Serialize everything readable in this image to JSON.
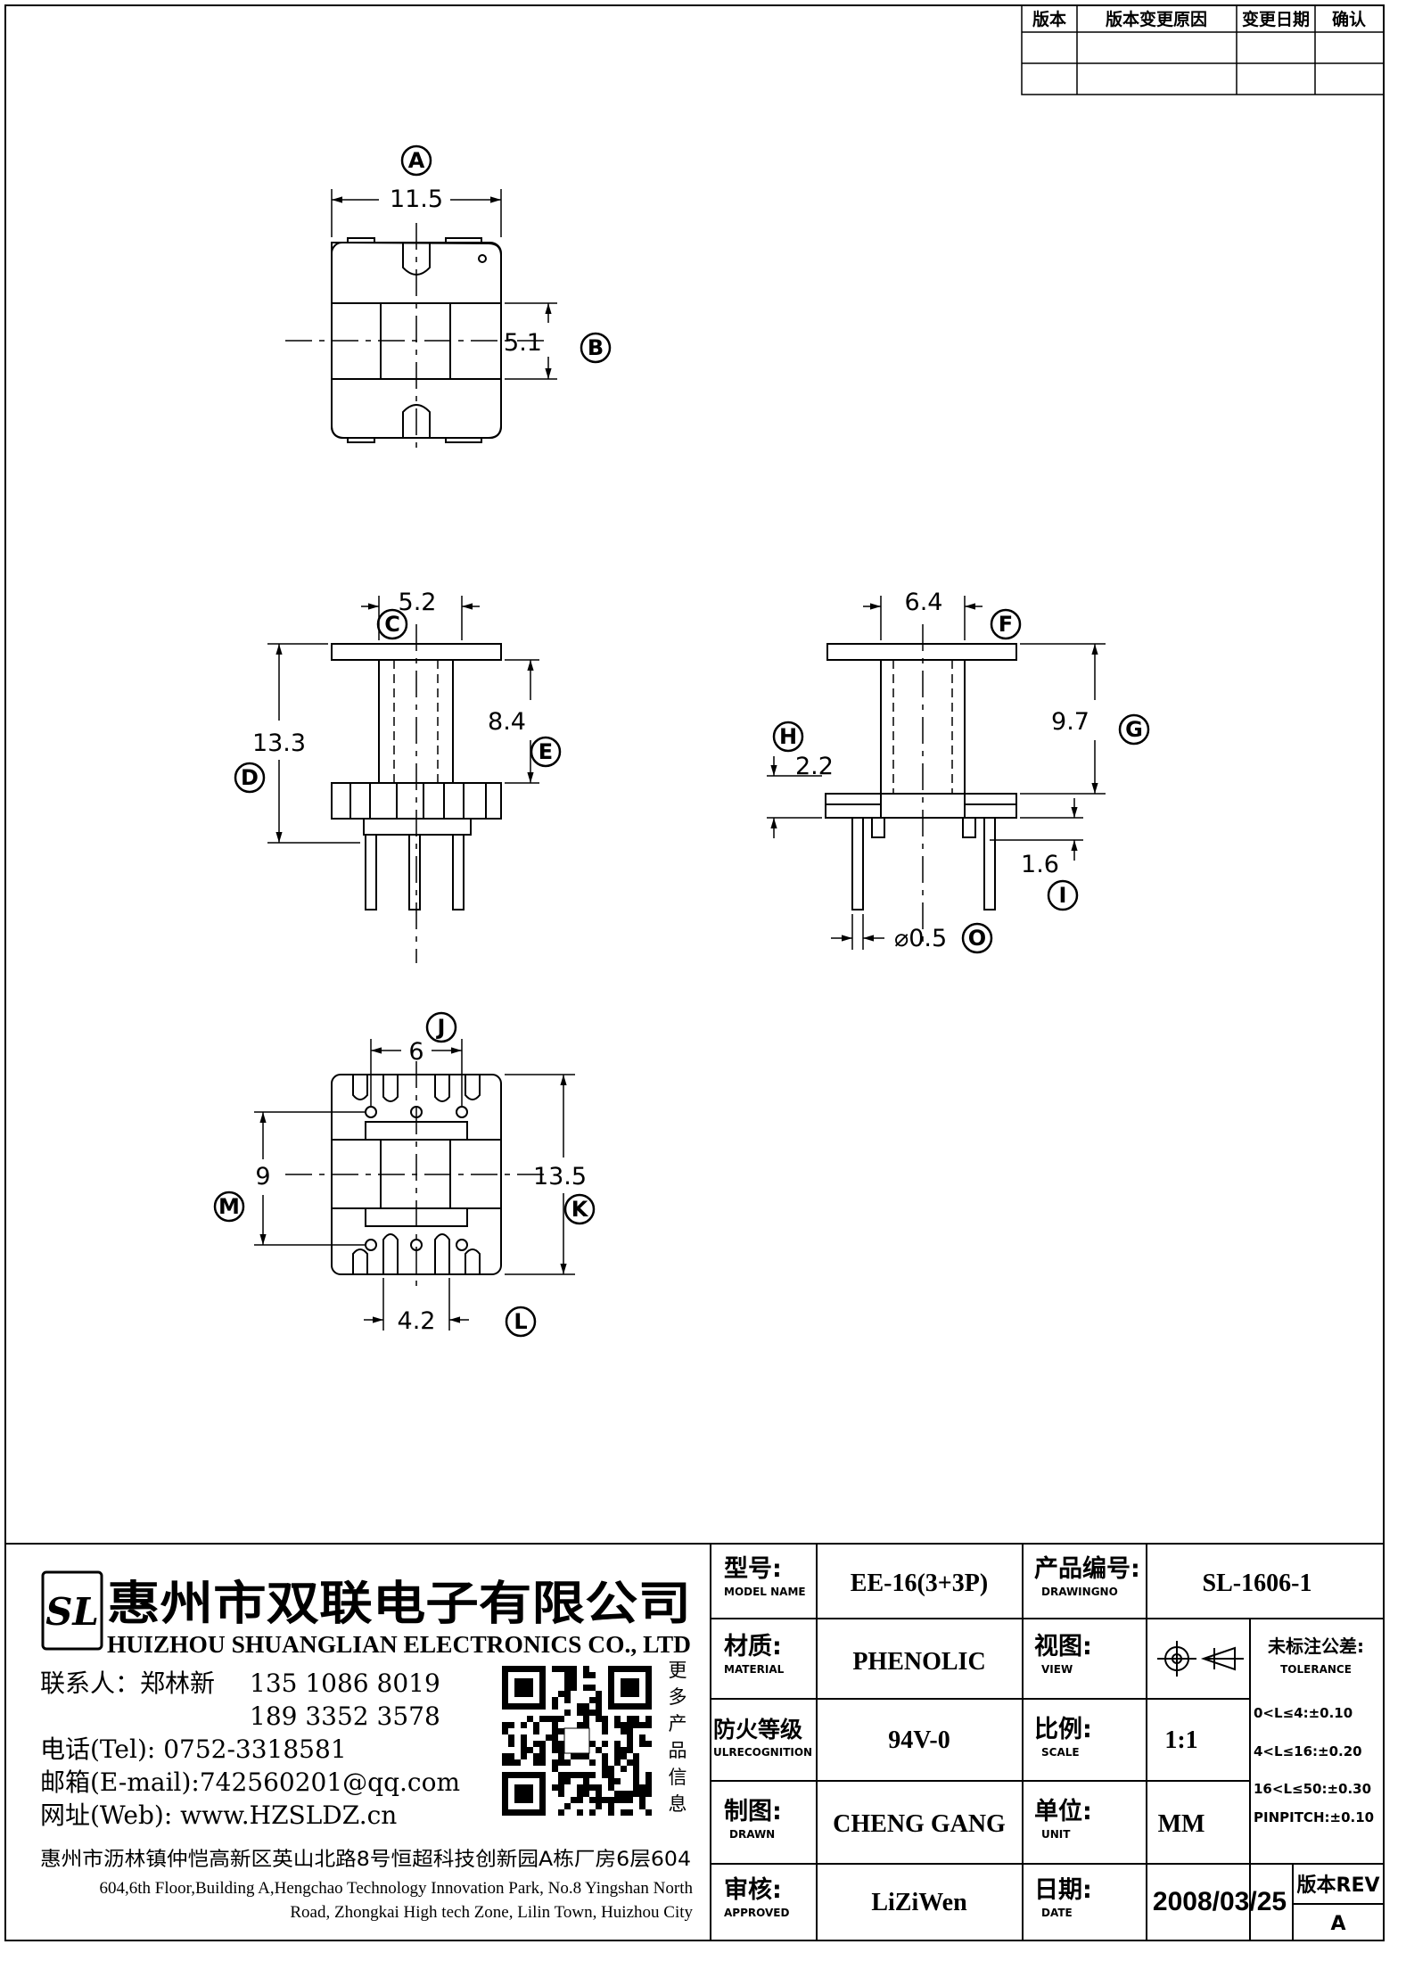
{
  "revision_table": {
    "headers": [
      "版本",
      "版本变更原因",
      "变更日期",
      "确认"
    ]
  },
  "dims": {
    "A": "11.5",
    "B": "5.1",
    "C": "5.2",
    "D": "13.3",
    "E": "8.4",
    "F": "6.4",
    "G": "9.7",
    "H": "2.2",
    "I": "1.6",
    "O": "⌀0.5",
    "J": "6",
    "M": "9",
    "K": "13.5",
    "L": "4.2"
  },
  "markers": [
    "A",
    "B",
    "C",
    "D",
    "E",
    "F",
    "G",
    "H",
    "I",
    "O",
    "J",
    "M",
    "K",
    "L"
  ],
  "company": {
    "logo": "SL",
    "name_cn": "惠州市双联电子有限公司",
    "name_en": "HUIZHOU SHUANGLIAN ELECTRONICS CO., LTD",
    "contact_label": "联系人：郑林新",
    "phone1": "135 1086 8019",
    "phone2": "189 3352 3578",
    "tel": "电话(Tel): 0752-3318581",
    "email": "邮箱(E-mail):742560201@qq.com",
    "web": "网址(Web): www.HZSLDZ.cn",
    "qr_caption": [
      "更",
      "多",
      "产",
      "品",
      "信",
      "息"
    ],
    "address_cn": "惠州市沥林镇仲恺高新区英山北路8号恒超科技创新园A栋厂房6层604",
    "address_en_1": "604,6th Floor,Building A,Hengchao Technology Innovation Park, No.8 Yingshan North",
    "address_en_2": "Road, Zhongkai High tech Zone, Lilin Town, Huizhou City"
  },
  "title_block": {
    "model_label": "型号:",
    "model_sub": "MODEL NAME",
    "model_value": "EE-16(3+3P)",
    "drawing_label": "产品编号:",
    "drawing_sub": "DRAWINGNO",
    "drawing_value": "SL-1606-1",
    "material_label": "材质:",
    "material_sub": "MATERIAL",
    "material_value": "PHENOLIC",
    "view_label": "视图:",
    "view_sub": "VIEW",
    "tolerance_label": "未标注公差:",
    "tolerance_sub": "TOLERANCE",
    "tolerance_lines": [
      "0<L≤4:±0.10",
      "4<L≤16:±0.20",
      "16<L≤50:±0.30",
      "PINPITCH:±0.10"
    ],
    "fire_label": "防火等级",
    "fire_sub": "ULRECOGNITION",
    "fire_value": "94V-0",
    "scale_label": "比例:",
    "scale_sub": "SCALE",
    "scale_value": "1:1",
    "drawn_label": "制图:",
    "drawn_sub": "DRAWN",
    "drawn_value": "CHENG GANG",
    "unit_label": "单位:",
    "unit_sub": "UNIT",
    "unit_value": "MM",
    "approved_label": "审核:",
    "approved_sub": "APPROVED",
    "approved_value": "LiZiWen",
    "date_label": "日期:",
    "date_sub": "DATE",
    "date_value": "2008/03/25",
    "rev_label": "版本REV",
    "rev_value": "A"
  }
}
